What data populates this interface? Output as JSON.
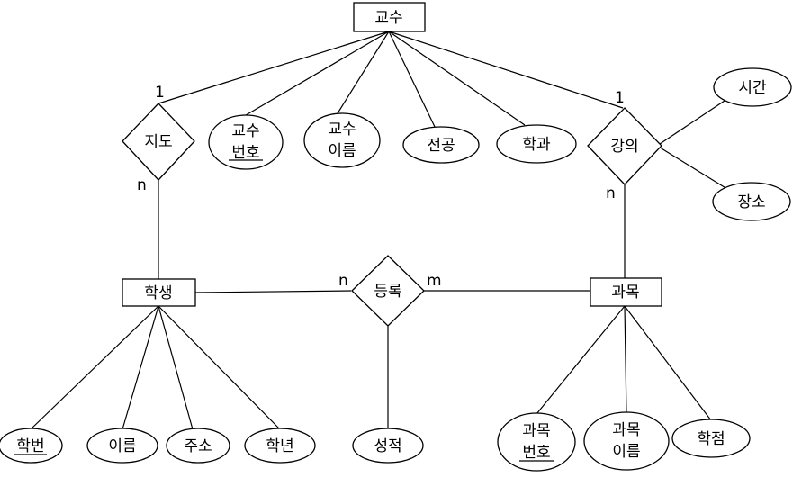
{
  "entities": {
    "professor": "교수",
    "student": "학생",
    "course": "과목"
  },
  "relationships": {
    "advise": "지도",
    "lecture": "강의",
    "enroll": "등록"
  },
  "attributes": {
    "prof_no_1": "교수",
    "prof_no_2": "번호",
    "prof_name_1": "교수",
    "prof_name_2": "이름",
    "major": "전공",
    "dept": "학과",
    "time": "시간",
    "place": "장소",
    "student_no": "학번",
    "student_name": "이름",
    "address": "주소",
    "year": "학년",
    "grade_score": "성적",
    "course_no_1": "과목",
    "course_no_2": "번호",
    "course_name_1": "과목",
    "course_name_2": "이름",
    "credit": "학점"
  },
  "cardinalities": {
    "advise_prof": "1",
    "advise_student": "n",
    "lecture_prof": "1",
    "lecture_course": "n",
    "enroll_student": "n",
    "enroll_course": "m"
  }
}
